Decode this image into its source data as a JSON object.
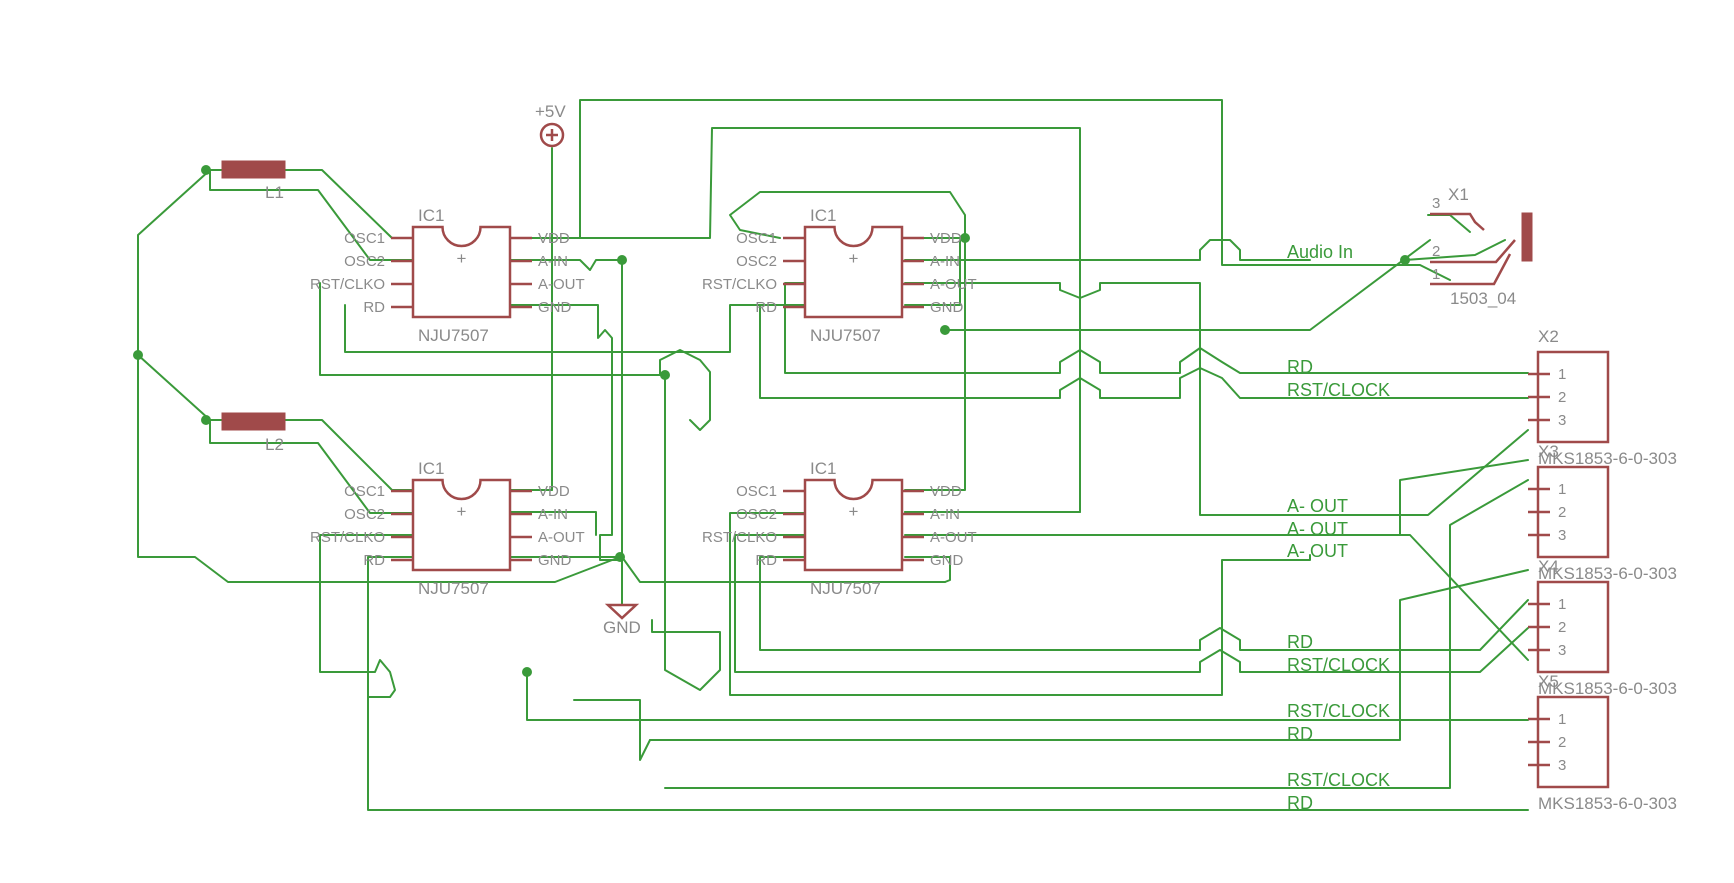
{
  "colors": {
    "wire": "#3a9a3a",
    "part": "#a04a4a",
    "label": "#8a8a8a"
  },
  "ic_pins_left": [
    "OSC1",
    "OSC2",
    "RST/CLKO",
    "RD"
  ],
  "ic_pins_right": [
    "VDD",
    "A-IN",
    "A-OUT",
    "GND"
  ],
  "ics": [
    {
      "name": "IC1",
      "value": "NJU7507"
    },
    {
      "name": "IC1",
      "value": "NJU7507"
    },
    {
      "name": "IC1",
      "value": "NJU7507"
    },
    {
      "name": "IC1",
      "value": "NJU7507"
    }
  ],
  "inductors": [
    {
      "name": "L1"
    },
    {
      "name": "L2"
    }
  ],
  "supply": {
    "vcc": "+5V",
    "gnd": "GND"
  },
  "jack": {
    "name": "X1",
    "value": "1503_04",
    "pins": [
      "3",
      "2",
      "1"
    ]
  },
  "connectors": [
    {
      "name": "X2",
      "value": "MKS1853-6-0-303",
      "pins": [
        "1",
        "2",
        "3"
      ]
    },
    {
      "name": "X3",
      "value": "MKS1853-6-0-303",
      "pins": [
        "1",
        "2",
        "3"
      ]
    },
    {
      "name": "X4",
      "value": "MKS1853-6-0-303",
      "pins": [
        "1",
        "2",
        "3"
      ]
    },
    {
      "name": "X5",
      "value": "MKS1853-6-0-303",
      "pins": [
        "1",
        "2",
        "3"
      ]
    }
  ],
  "net_labels": [
    "Audio In",
    "RD",
    "RST/CLOCK",
    "A- OUT",
    "A- OUT",
    "A- OUT",
    "RD",
    "RST/CLOCK",
    "RST/CLOCK",
    "RD",
    "RST/CLOCK",
    "RD"
  ]
}
